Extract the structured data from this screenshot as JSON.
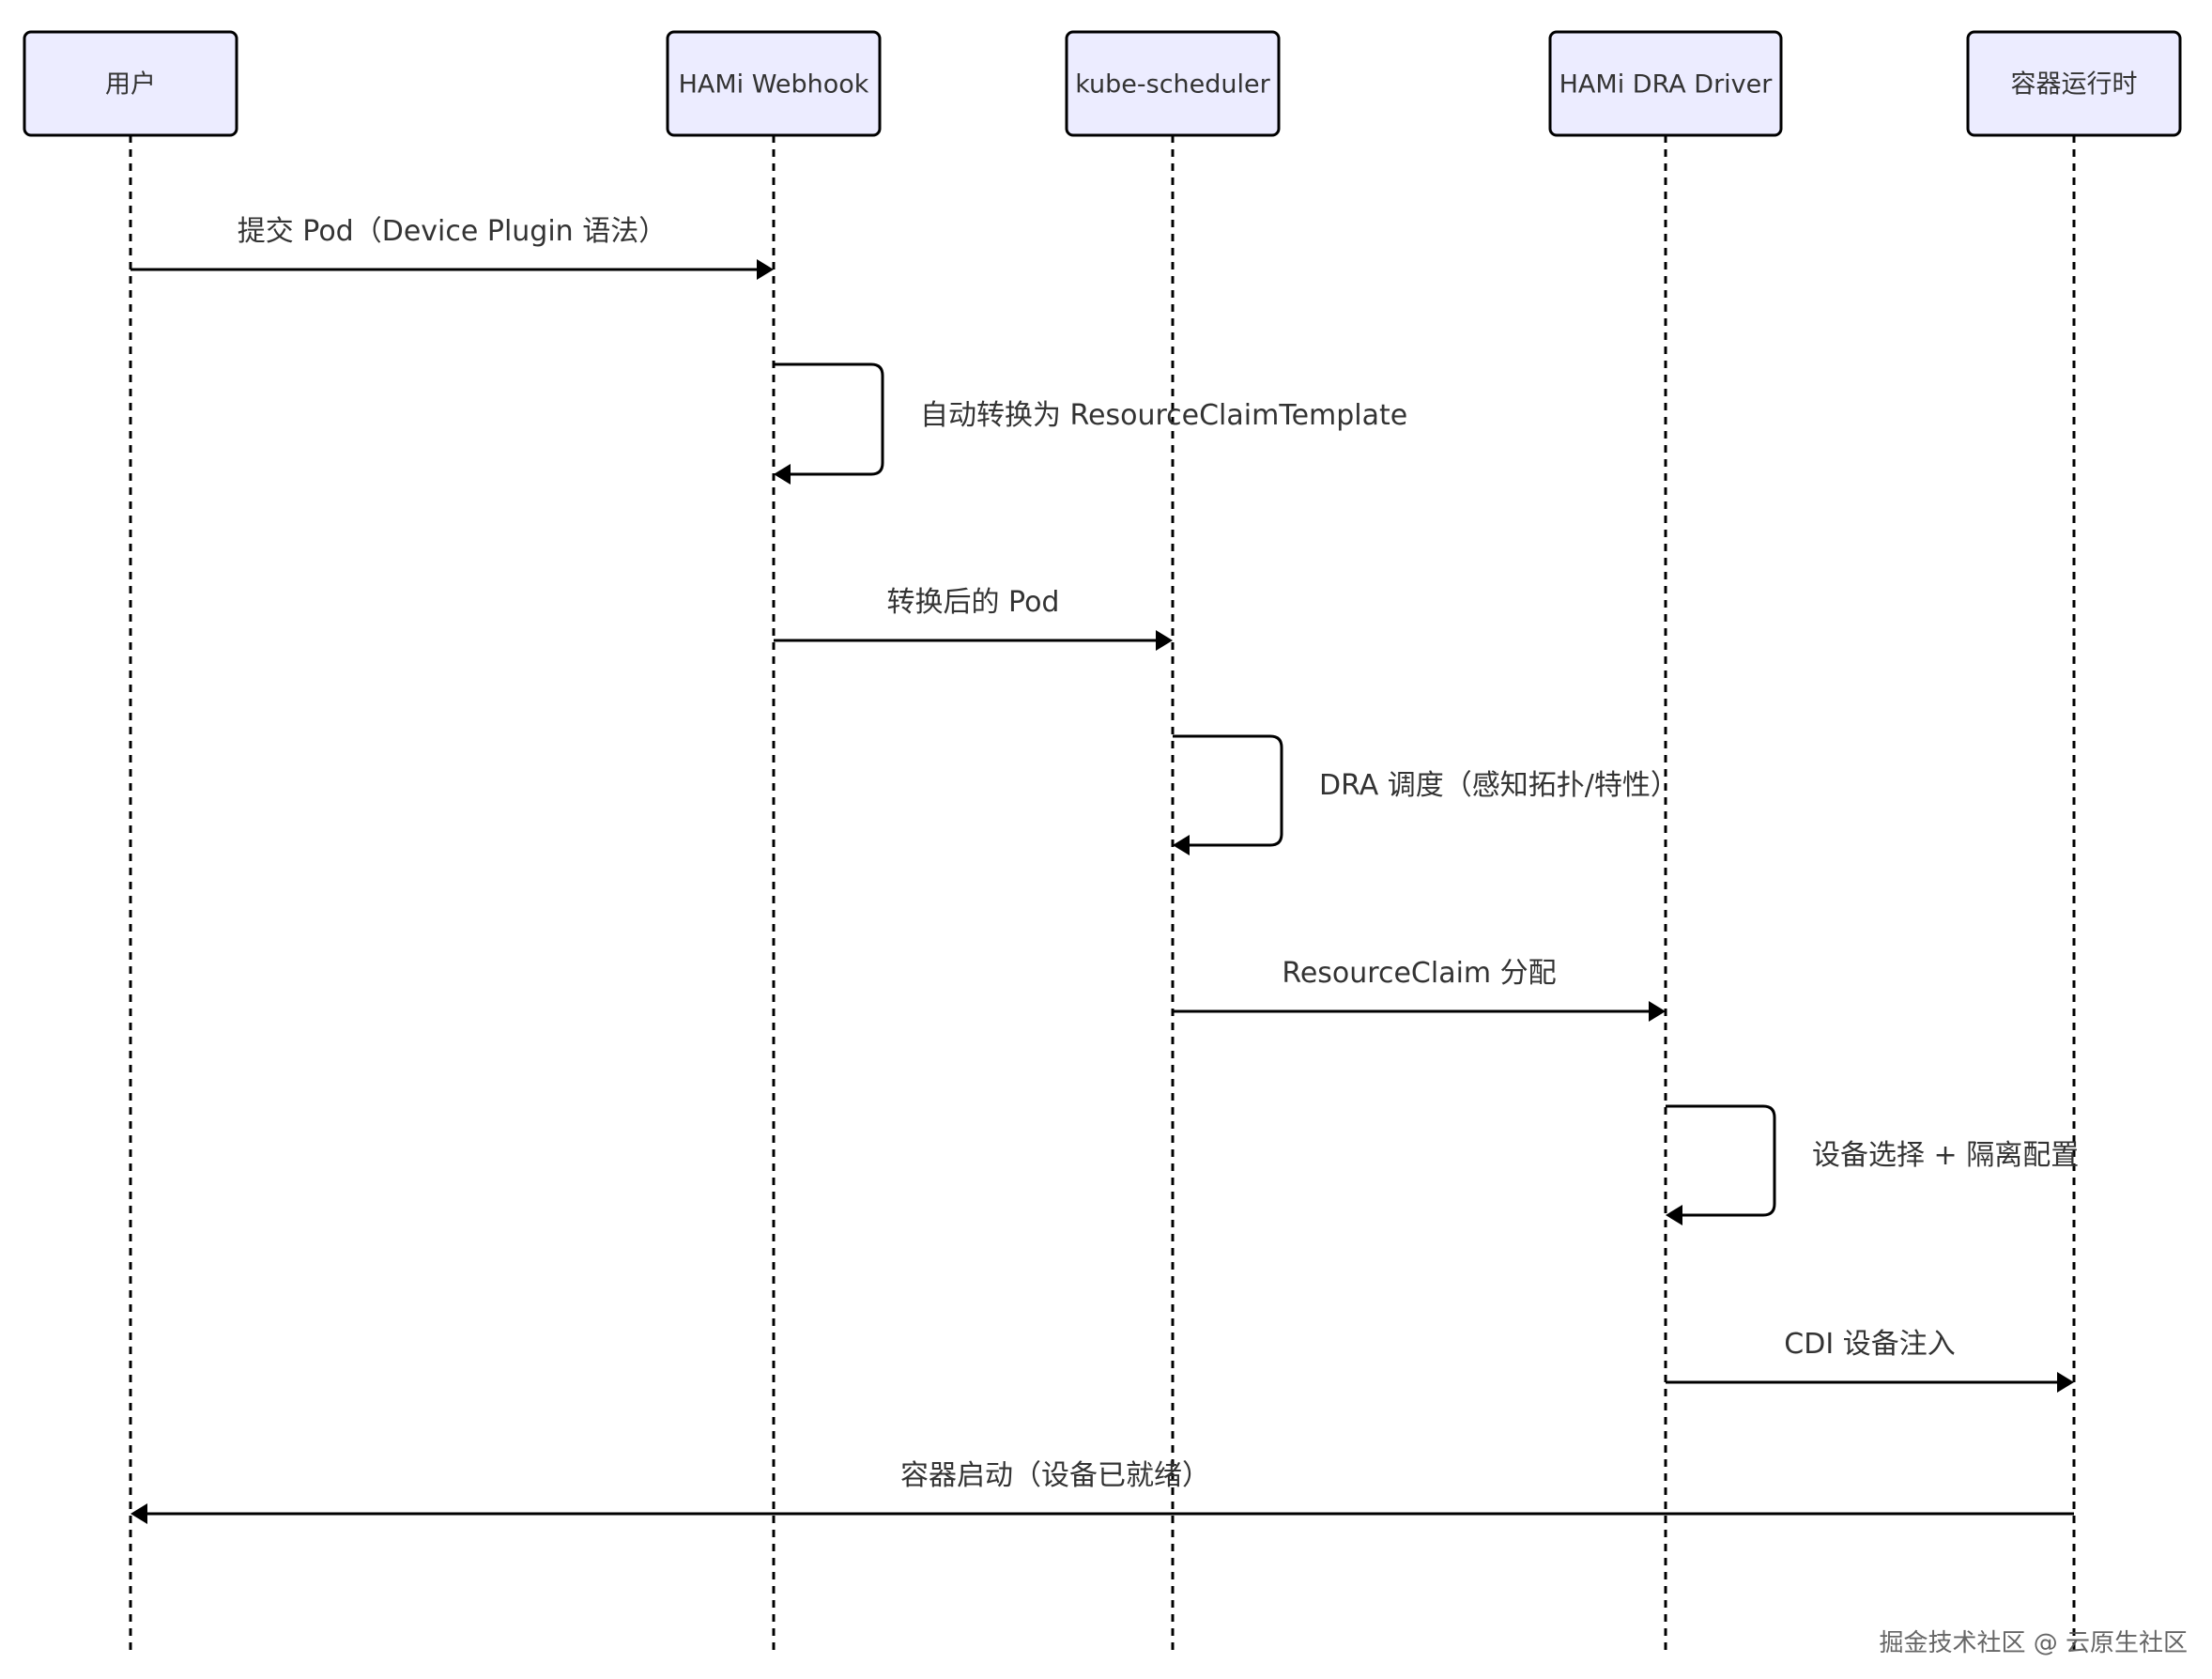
{
  "diagram": {
    "participants": [
      {
        "id": "user",
        "label": "用户"
      },
      {
        "id": "webhook",
        "label": "HAMi Webhook"
      },
      {
        "id": "scheduler",
        "label": "kube-scheduler"
      },
      {
        "id": "driver",
        "label": "HAMi DRA Driver"
      },
      {
        "id": "runtime",
        "label": "容器运行时"
      }
    ],
    "messages": [
      {
        "from": "user",
        "to": "webhook",
        "label": "提交 Pod（Device Plugin 语法）"
      },
      {
        "from": "webhook",
        "to": "webhook",
        "label": "自动转换为 ResourceClaimTemplate"
      },
      {
        "from": "webhook",
        "to": "scheduler",
        "label": "转换后的 Pod"
      },
      {
        "from": "scheduler",
        "to": "scheduler",
        "label": "DRA 调度（感知拓扑/特性）"
      },
      {
        "from": "scheduler",
        "to": "driver",
        "label": "ResourceClaim 分配"
      },
      {
        "from": "driver",
        "to": "driver",
        "label": "设备选择 + 隔离配置"
      },
      {
        "from": "driver",
        "to": "runtime",
        "label": "CDI 设备注入"
      },
      {
        "from": "runtime",
        "to": "user",
        "label": "容器启动（设备已就绪）"
      }
    ]
  },
  "footer": {
    "watermark": "掘金技术社区 @ 云原生社区"
  },
  "colors": {
    "participant_fill": "#ECECFF",
    "line": "#000000",
    "text": "#333333"
  }
}
